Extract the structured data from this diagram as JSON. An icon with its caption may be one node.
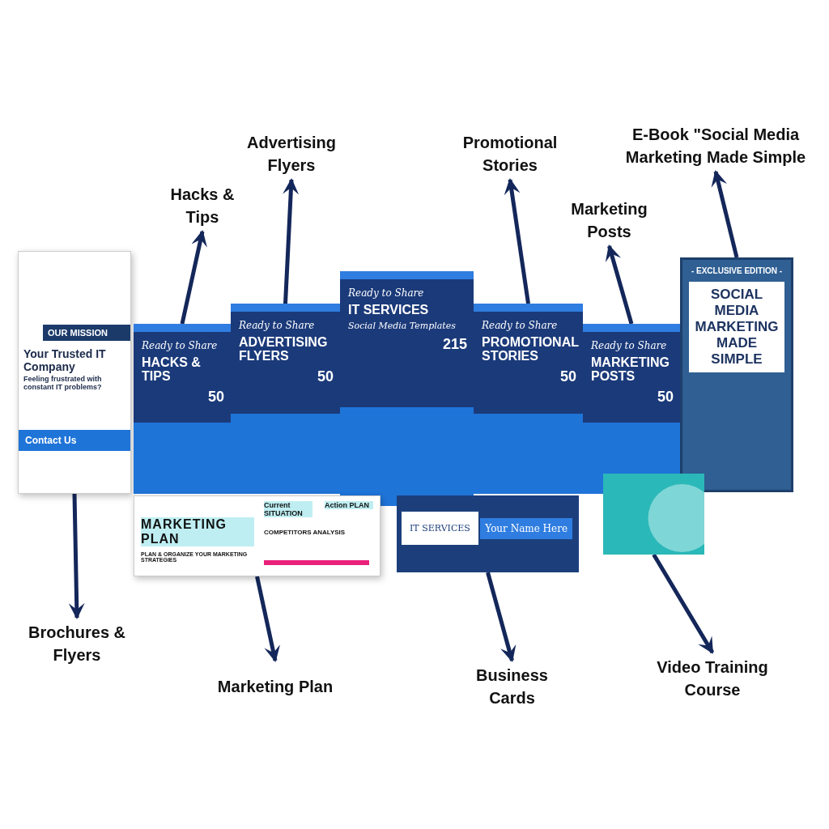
{
  "diagram": {
    "nodes": [
      {
        "text": [
          "OUR MISSION",
          "Your Trusted IT Company",
          "Feeling frustrated with constant IT problems?",
          "Contact Us"
        ]
      },
      {
        "text": [
          "Ready to Share",
          "HACKS & TIPS",
          "50"
        ]
      },
      {
        "text": [
          "Ready to Share",
          "ADVERTISING FLYERS",
          "50"
        ]
      },
      {
        "text": [
          "Ready to Share",
          "IT SERVICES",
          "Social Media Templates",
          "215"
        ]
      },
      {
        "text": [
          "Ready to Share",
          "PROMOTIONAL STORIES",
          "50"
        ]
      },
      {
        "text": [
          "Ready to Share",
          "MARKETING POSTS",
          "50"
        ]
      },
      {
        "text": [
          "- EXCLUSIVE EDITION -",
          "SOCIAL MEDIA MARKETING MADE SIMPLE"
        ]
      },
      {
        "text": [
          "MARKETING PLAN",
          "PLAN & ORGANIZE YOUR MARKETING STRATEGIES",
          "Current SITUATION",
          "Action PLAN",
          "COMPETITORS ANALYSIS"
        ]
      },
      {
        "text": [
          "IT SERVICES",
          "Your Name Here"
        ]
      },
      {
        "text": [],
        "shape": "picture"
      },
      {
        "text": [
          "Hacks & Tips"
        ]
      },
      {
        "text": [
          "Advertising Flyers"
        ]
      },
      {
        "text": [
          "Promotional Stories"
        ]
      },
      {
        "text": [
          "Marketing Posts"
        ]
      },
      {
        "text": [
          "E-Book \"Social Media Marketing Made Simple"
        ]
      },
      {
        "text": [
          "Brochures & Flyers"
        ]
      },
      {
        "text": [
          "Marketing Plan"
        ]
      },
      {
        "text": [
          "Business Cards"
        ]
      },
      {
        "text": [
          "Video Training Course"
        ]
      }
    ],
    "edges": [
      {
        "from": 1,
        "to": 10,
        "arrow": "to"
      },
      {
        "from": 2,
        "to": 11,
        "arrow": "to"
      },
      {
        "from": 4,
        "to": 12,
        "arrow": "to"
      },
      {
        "from": 5,
        "to": 13,
        "arrow": "to"
      },
      {
        "from": 6,
        "to": 14,
        "arrow": "to"
      },
      {
        "from": 0,
        "to": 15,
        "arrow": "to"
      },
      {
        "from": 7,
        "to": 16,
        "arrow": "to"
      },
      {
        "from": 8,
        "to": 17,
        "arrow": "to"
      },
      {
        "from": 9,
        "to": 18,
        "arrow": "to"
      }
    ]
  }
}
